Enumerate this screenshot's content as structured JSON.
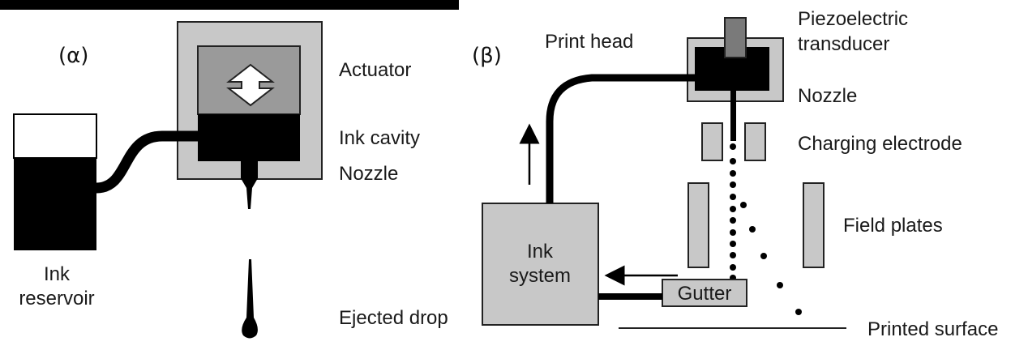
{
  "panel_a": {
    "panel_label": "(α)",
    "labels": {
      "actuator": "Actuator",
      "ink_cavity": "Ink cavity",
      "nozzle": "Nozzle",
      "ink_reservoir_line1": "Ink",
      "ink_reservoir_line2": "reservoir",
      "ejected_drop": "Ejected drop"
    }
  },
  "panel_b": {
    "panel_label": "(β)",
    "labels": {
      "print_head": "Print head",
      "piezo_line1": "Piezoelectric",
      "piezo_line2": "transducer",
      "nozzle": "Nozzle",
      "charging_electrode": "Charging electrode",
      "field_plates": "Field plates",
      "ink_system_line1": "Ink",
      "ink_system_line2": "system",
      "gutter": "Gutter",
      "printed_surface": "Printed surface"
    }
  },
  "colors": {
    "ink": "#000000",
    "light_gray": "#c8c8c8",
    "mid_gray": "#9a9a9a",
    "dark_gray": "#7a7a7a",
    "outline": "#222222"
  }
}
